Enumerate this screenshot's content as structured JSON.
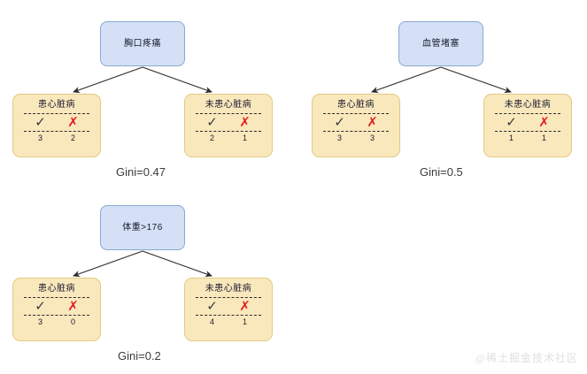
{
  "background_color": "#ffffff",
  "colors": {
    "root_fill": "#d3e0f5",
    "root_border": "#8aa8d0",
    "leaf_fill": "#fae8bd",
    "leaf_border": "#e4c97f",
    "check_color": "#3a3a3a",
    "cross_color": "#e02020",
    "edge_color": "#2a2a2a",
    "caption_color": "#3c3c3c",
    "watermark_color": "#e0e0e0"
  },
  "watermark": "@稀土掘金技术社区",
  "chart_data": {
    "type": "diagram",
    "title": "",
    "description": "Three one-level decision-tree splits with Gini impurity captions",
    "trees": [
      {
        "id": "tree-chest-pain",
        "root": {
          "label": "胸口疼痛"
        },
        "leaves": [
          {
            "side": "left",
            "title": "患心脏病",
            "columns": [
              "check",
              "cross"
            ],
            "column_glyphs": [
              "✓",
              "✗"
            ],
            "counts": [
              3,
              2
            ]
          },
          {
            "side": "right",
            "title": "未患心脏病",
            "columns": [
              "check",
              "cross"
            ],
            "column_glyphs": [
              "✓",
              "✗"
            ],
            "counts": [
              2,
              1
            ]
          }
        ],
        "gini_label": "Gini=0.47",
        "gini_value": 0.47
      },
      {
        "id": "tree-blocked-artery",
        "root": {
          "label": "血管堵塞"
        },
        "leaves": [
          {
            "side": "left",
            "title": "患心脏病",
            "columns": [
              "check",
              "cross"
            ],
            "column_glyphs": [
              "✓",
              "✗"
            ],
            "counts": [
              3,
              3
            ]
          },
          {
            "side": "right",
            "title": "未患心脏病",
            "columns": [
              "check",
              "cross"
            ],
            "column_glyphs": [
              "✓",
              "✗"
            ],
            "counts": [
              1,
              1
            ]
          }
        ],
        "gini_label": "Gini=0.5",
        "gini_value": 0.5
      },
      {
        "id": "tree-weight",
        "root": {
          "label": "体重>176"
        },
        "leaves": [
          {
            "side": "left",
            "title": "患心脏病",
            "columns": [
              "check",
              "cross"
            ],
            "column_glyphs": [
              "✓",
              "✗"
            ],
            "counts": [
              3,
              0
            ]
          },
          {
            "side": "right",
            "title": "未患心脏病",
            "columns": [
              "check",
              "cross"
            ],
            "column_glyphs": [
              "✓",
              "✗"
            ],
            "counts": [
              4,
              1
            ]
          }
        ],
        "gini_label": "Gini=0.2",
        "gini_value": 0.2
      }
    ]
  }
}
